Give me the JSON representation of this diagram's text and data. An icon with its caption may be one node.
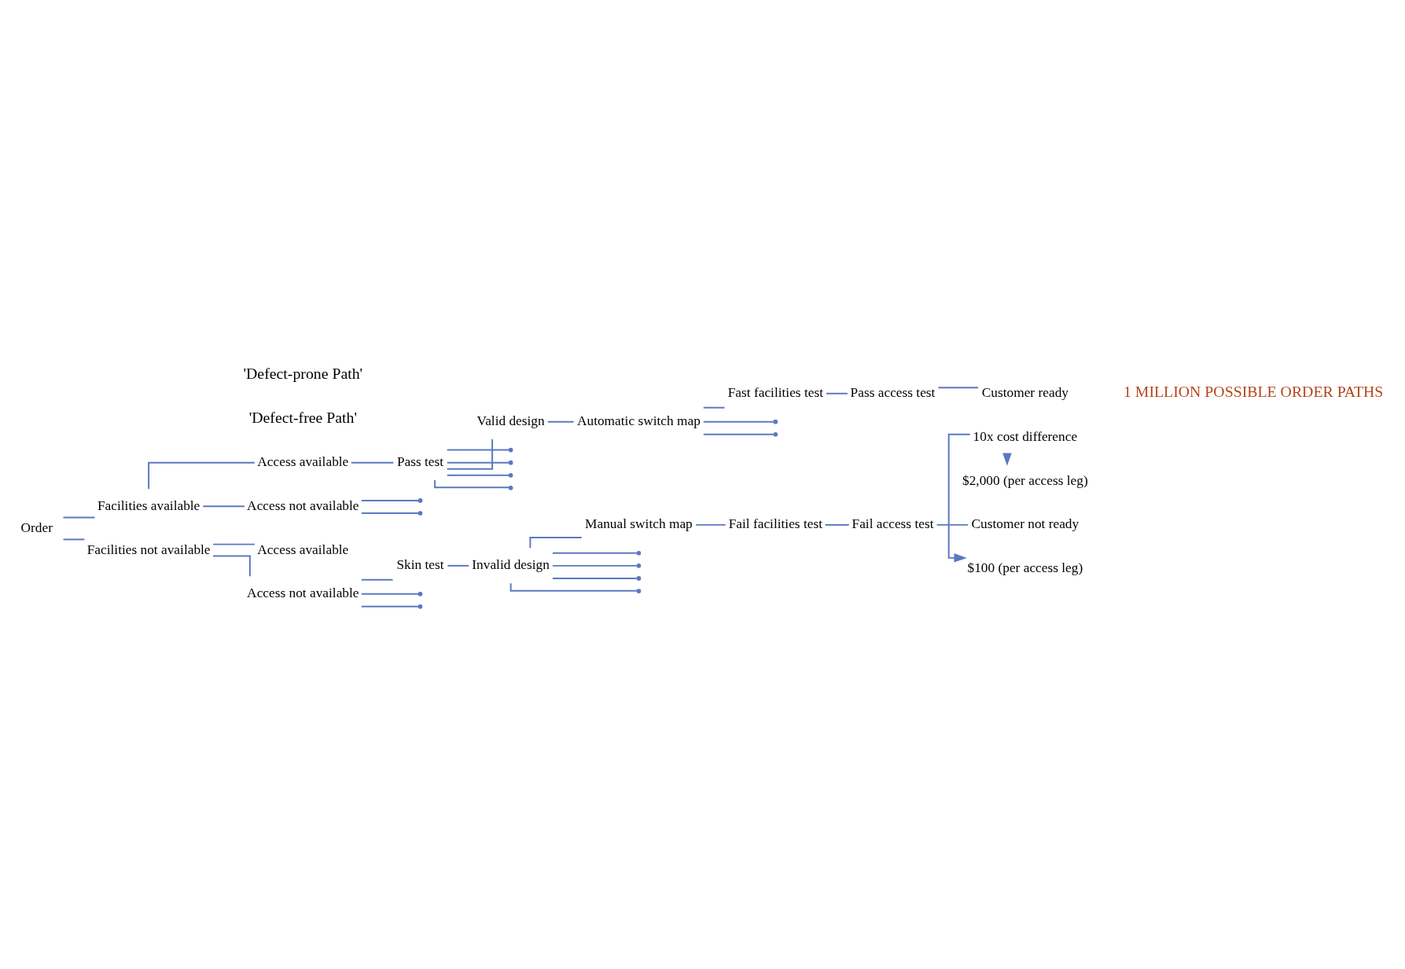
{
  "diagram": {
    "nodes": [
      {
        "text": [
          "Order"
        ]
      },
      {
        "text": [
          "Facilities available"
        ]
      },
      {
        "text": [
          "Facilities not available"
        ]
      },
      {
        "text": [
          "Access available"
        ]
      },
      {
        "text": [
          "Access not available"
        ]
      },
      {
        "text": [
          "Pass test"
        ]
      },
      {
        "text": [
          "Valid design"
        ]
      },
      {
        "text": [
          "Automatic switch map"
        ]
      },
      {
        "text": [
          "Fast facilities test"
        ]
      },
      {
        "text": [
          "Pass access test"
        ]
      },
      {
        "text": [
          "Customer ready"
        ]
      },
      {
        "text": [
          "Access available"
        ]
      },
      {
        "text": [
          "Access not available"
        ]
      },
      {
        "text": [
          "Skin test"
        ]
      },
      {
        "text": [
          "Invalid design"
        ]
      },
      {
        "text": [
          "Manual switch map"
        ]
      },
      {
        "text": [
          "Fail facilities test"
        ]
      },
      {
        "text": [
          "Fail access test"
        ]
      },
      {
        "text": [
          "Customer not ready"
        ]
      },
      {
        "text": [
          "$100 (per access leg)"
        ]
      },
      {
        "text": [
          "10x cost difference"
        ]
      },
      {
        "text": [
          "$2,000 (per access leg)"
        ]
      },
      {
        "text": [],
        "shape": "point"
      },
      {
        "text": [],
        "shape": "point"
      },
      {
        "text": [],
        "shape": "point"
      },
      {
        "text": [],
        "shape": "point"
      },
      {
        "text": [],
        "shape": "point"
      },
      {
        "text": [],
        "shape": "point"
      },
      {
        "text": [],
        "shape": "point"
      },
      {
        "text": [],
        "shape": "point"
      },
      {
        "text": [],
        "shape": "point"
      },
      {
        "text": [],
        "shape": "point"
      },
      {
        "text": [],
        "shape": "point"
      },
      {
        "text": [],
        "shape": "point"
      },
      {
        "text": [],
        "shape": "point"
      },
      {
        "text": [],
        "shape": "point"
      }
    ],
    "edges": [
      {
        "from": 0,
        "to": 1,
        "arrow": "none"
      },
      {
        "from": 0,
        "to": 2,
        "arrow": "none"
      },
      {
        "from": 1,
        "to": 3,
        "arrow": "none"
      },
      {
        "from": 1,
        "to": 4,
        "arrow": "none"
      },
      {
        "from": 3,
        "to": 5,
        "arrow": "none"
      },
      {
        "from": 5,
        "to": 6,
        "arrow": "none"
      },
      {
        "from": 6,
        "to": 7,
        "arrow": "none"
      },
      {
        "from": 7,
        "to": 8,
        "arrow": "none"
      },
      {
        "from": 8,
        "to": 9,
        "arrow": "none"
      },
      {
        "from": 9,
        "to": 10,
        "arrow": "none"
      },
      {
        "from": 7,
        "to": 22,
        "arrow": "none"
      },
      {
        "from": 7,
        "to": 23,
        "arrow": "none"
      },
      {
        "from": 5,
        "to": 24,
        "arrow": "none"
      },
      {
        "from": 5,
        "to": 25,
        "arrow": "none"
      },
      {
        "from": 5,
        "to": 26,
        "arrow": "none"
      },
      {
        "from": 5,
        "to": 27,
        "arrow": "none"
      },
      {
        "from": 4,
        "to": 28,
        "arrow": "none"
      },
      {
        "from": 4,
        "to": 29,
        "arrow": "none"
      },
      {
        "from": 2,
        "to": 11,
        "arrow": "none"
      },
      {
        "from": 2,
        "to": 12,
        "arrow": "none"
      },
      {
        "from": 12,
        "to": 30,
        "arrow": "none"
      },
      {
        "from": 12,
        "to": 31,
        "arrow": "none"
      },
      {
        "from": 12,
        "to": 13,
        "arrow": "none"
      },
      {
        "from": 13,
        "to": 14,
        "arrow": "none"
      },
      {
        "from": 14,
        "to": 32,
        "arrow": "none"
      },
      {
        "from": 14,
        "to": 33,
        "arrow": "none"
      },
      {
        "from": 14,
        "to": 34,
        "arrow": "none"
      },
      {
        "from": 14,
        "to": 35,
        "arrow": "none"
      },
      {
        "from": 14,
        "to": 15,
        "arrow": "none"
      },
      {
        "from": 15,
        "to": 16,
        "arrow": "none"
      },
      {
        "from": 16,
        "to": 17,
        "arrow": "none"
      },
      {
        "from": 17,
        "to": 18,
        "arrow": "none"
      },
      {
        "from": 20,
        "to": 19,
        "arrow": "to"
      },
      {
        "from": 20,
        "to": 21,
        "arrow": "to"
      }
    ],
    "labels": [
      "'Defect-free Path'",
      "'Defect-prone Path'",
      "1 MILLION POSSIBLE ORDER PATHS"
    ]
  }
}
